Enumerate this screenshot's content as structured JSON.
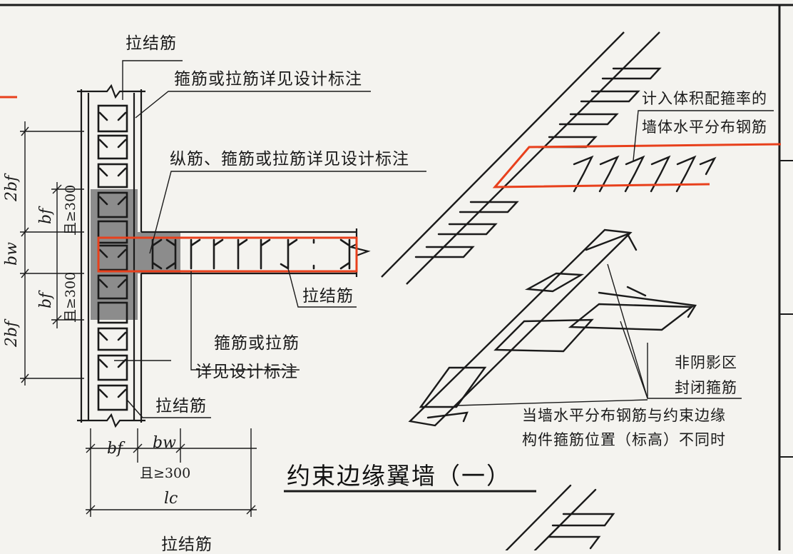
{
  "labels": {
    "tie_bar_top": "拉结筋",
    "stirrup_note_top": "箍筋或拉筋详见设计标注",
    "longitudinal_note": "纵筋、箍筋或拉筋详见设计标注",
    "volume_ratio_line1": "计入体积配箍率的",
    "volume_ratio_line2": "墙体水平分布钢筋",
    "tie_bar_mid": "拉结筋",
    "stirrup_note_line1": "箍筋或拉筋",
    "stirrup_note_line2": "详见设计标注",
    "tie_bar_low": "拉结筋",
    "non_shadow_line1": "非阴影区",
    "non_shadow_line2": "封闭箍筋",
    "when_note_line1": "当墙水平分布钢筋与约束边缘",
    "when_note_line2": "构件箍筋位置（标高）不同时",
    "tie_bar_bottom": "拉结筋"
  },
  "dimensions": {
    "two_bf_upper": "2bf",
    "bf_upper": "bf",
    "ge300_upper": "且≥300",
    "bw_left": "bw",
    "bf_lower": "bf",
    "ge300_lower": "且≥300",
    "two_bf_lower": "2bf",
    "bf_bottom": "bf",
    "bw_bottom": "bw",
    "ge300_bottom": "且≥300",
    "lc": "lc"
  },
  "title": "约束边缘翼墙（一）",
  "colors": {
    "rebar_red": "#e8401c",
    "shade": "#8c8c8c",
    "line": "#1a1a1a",
    "paper": "#f4f3ef"
  }
}
